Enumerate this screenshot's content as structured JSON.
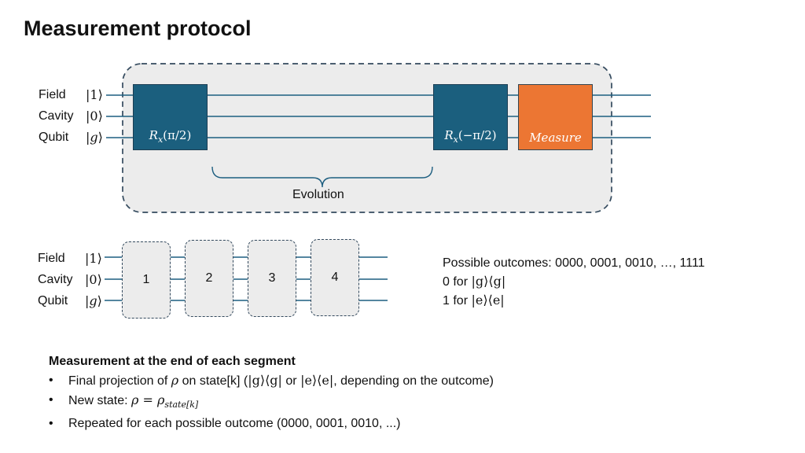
{
  "title": "Measurement protocol",
  "top_circuit": {
    "wires": [
      {
        "label": "Field",
        "ket": "1"
      },
      {
        "label": "Cavity",
        "ket": "0"
      },
      {
        "label": "Qubit",
        "ket": "g"
      }
    ],
    "gate_rx_pos": {
      "name": "R",
      "sub": "x",
      "arg": "(π/2)"
    },
    "gate_rx_neg": {
      "name": "R",
      "sub": "x",
      "arg": "(−π/2)"
    },
    "gate_measure": "Measure",
    "brace_label": "Evolution"
  },
  "bottom_circuit": {
    "wires": [
      {
        "label": "Field",
        "ket": "1"
      },
      {
        "label": "Cavity",
        "ket": "0"
      },
      {
        "label": "Qubit",
        "ket": "g"
      }
    ],
    "segments": [
      "1",
      "2",
      "3",
      "4"
    ]
  },
  "outcomes": {
    "line1": "Possible outcomes: 0000, 0001, 0010, …, 1111",
    "line2_prefix": "0 for ",
    "line2_math": "|g⟩⟨g|",
    "line3_prefix": "1 for ",
    "line3_math": "|e⟩⟨e|"
  },
  "notes": {
    "heading": "Measurement at the end of each segment",
    "bullet1_a": "Final projection of ",
    "bullet1_rho": "ρ",
    "bullet1_b": " on state[k] (",
    "bullet1_m1": "|g⟩⟨g|",
    "bullet1_c": " or ",
    "bullet1_m2": "|e⟩⟨e|",
    "bullet1_d": ", depending on the outcome)",
    "bullet2_a": "New state: ",
    "bullet2_math": "ρ = ρ",
    "bullet2_sub": "state[k]",
    "bullet3": "Repeated for each possible outcome (0000, 0001, 0010, ...)"
  },
  "colors": {
    "wire": "#1d5e80",
    "gate": "#1b5f7e",
    "measure": "#ec7633",
    "panel": "#ececec",
    "dash": "#344a5e"
  }
}
